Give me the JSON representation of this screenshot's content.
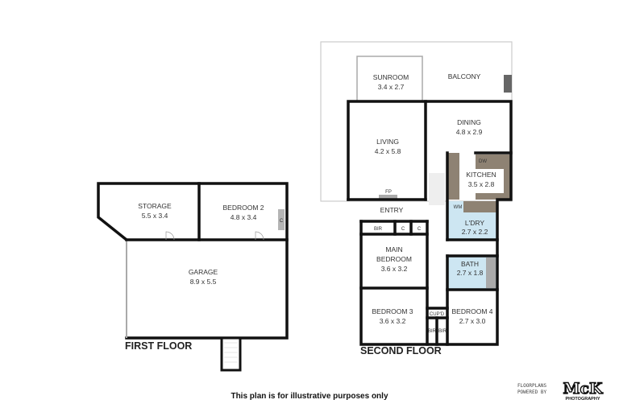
{
  "first_floor": {
    "title": "FIRST FLOOR",
    "rooms": [
      {
        "name": "STORAGE",
        "size": "5.5 x 3.4"
      },
      {
        "name": "BEDROOM 2",
        "size": "4.8 x 3.4"
      },
      {
        "name": "GARAGE",
        "size": "8.9 x 5.5"
      }
    ],
    "closet_label": "C"
  },
  "second_floor": {
    "title": "SECOND FLOOR",
    "rooms": [
      {
        "name": "SUNROOM",
        "size": "3.4 x 2.7"
      },
      {
        "name": "BALCONY"
      },
      {
        "name": "LIVING",
        "size": "4.2 x 5.8"
      },
      {
        "name": "DINING",
        "size": "4.8 x 2.9"
      },
      {
        "name": "KITCHEN",
        "size": "3.5 x 2.8"
      },
      {
        "name": "ENTRY"
      },
      {
        "name": "L'DRY",
        "size": "2.7 x 2.2"
      },
      {
        "name": "MAIN",
        "name2": "BEDROOM",
        "size": "3.6 x 3.2"
      },
      {
        "name": "BATH",
        "size": "2.7 x 1.8"
      },
      {
        "name": "BEDROOM 3",
        "size": "3.6 x 3.2"
      },
      {
        "name": "BEDROOM 4",
        "size": "2.7 x 3.0"
      }
    ],
    "fixtures": {
      "fp": "FP",
      "dw": "DW",
      "wm": "WM",
      "bir": "BIR",
      "c": "C",
      "cupd": "CUP'D"
    }
  },
  "footer": {
    "disclaimer": "This plan is for illustrative purposes only"
  },
  "logo": {
    "line1": "FLOORPLANS",
    "line2": "POWERED BY",
    "brand": "McK",
    "sub": "PHOTOGRAPHY"
  },
  "colors": {
    "wall": "#111111",
    "wet_area": "#cde6f2",
    "cabinetry": "#8e8273",
    "bench": "#b5b5b5"
  }
}
